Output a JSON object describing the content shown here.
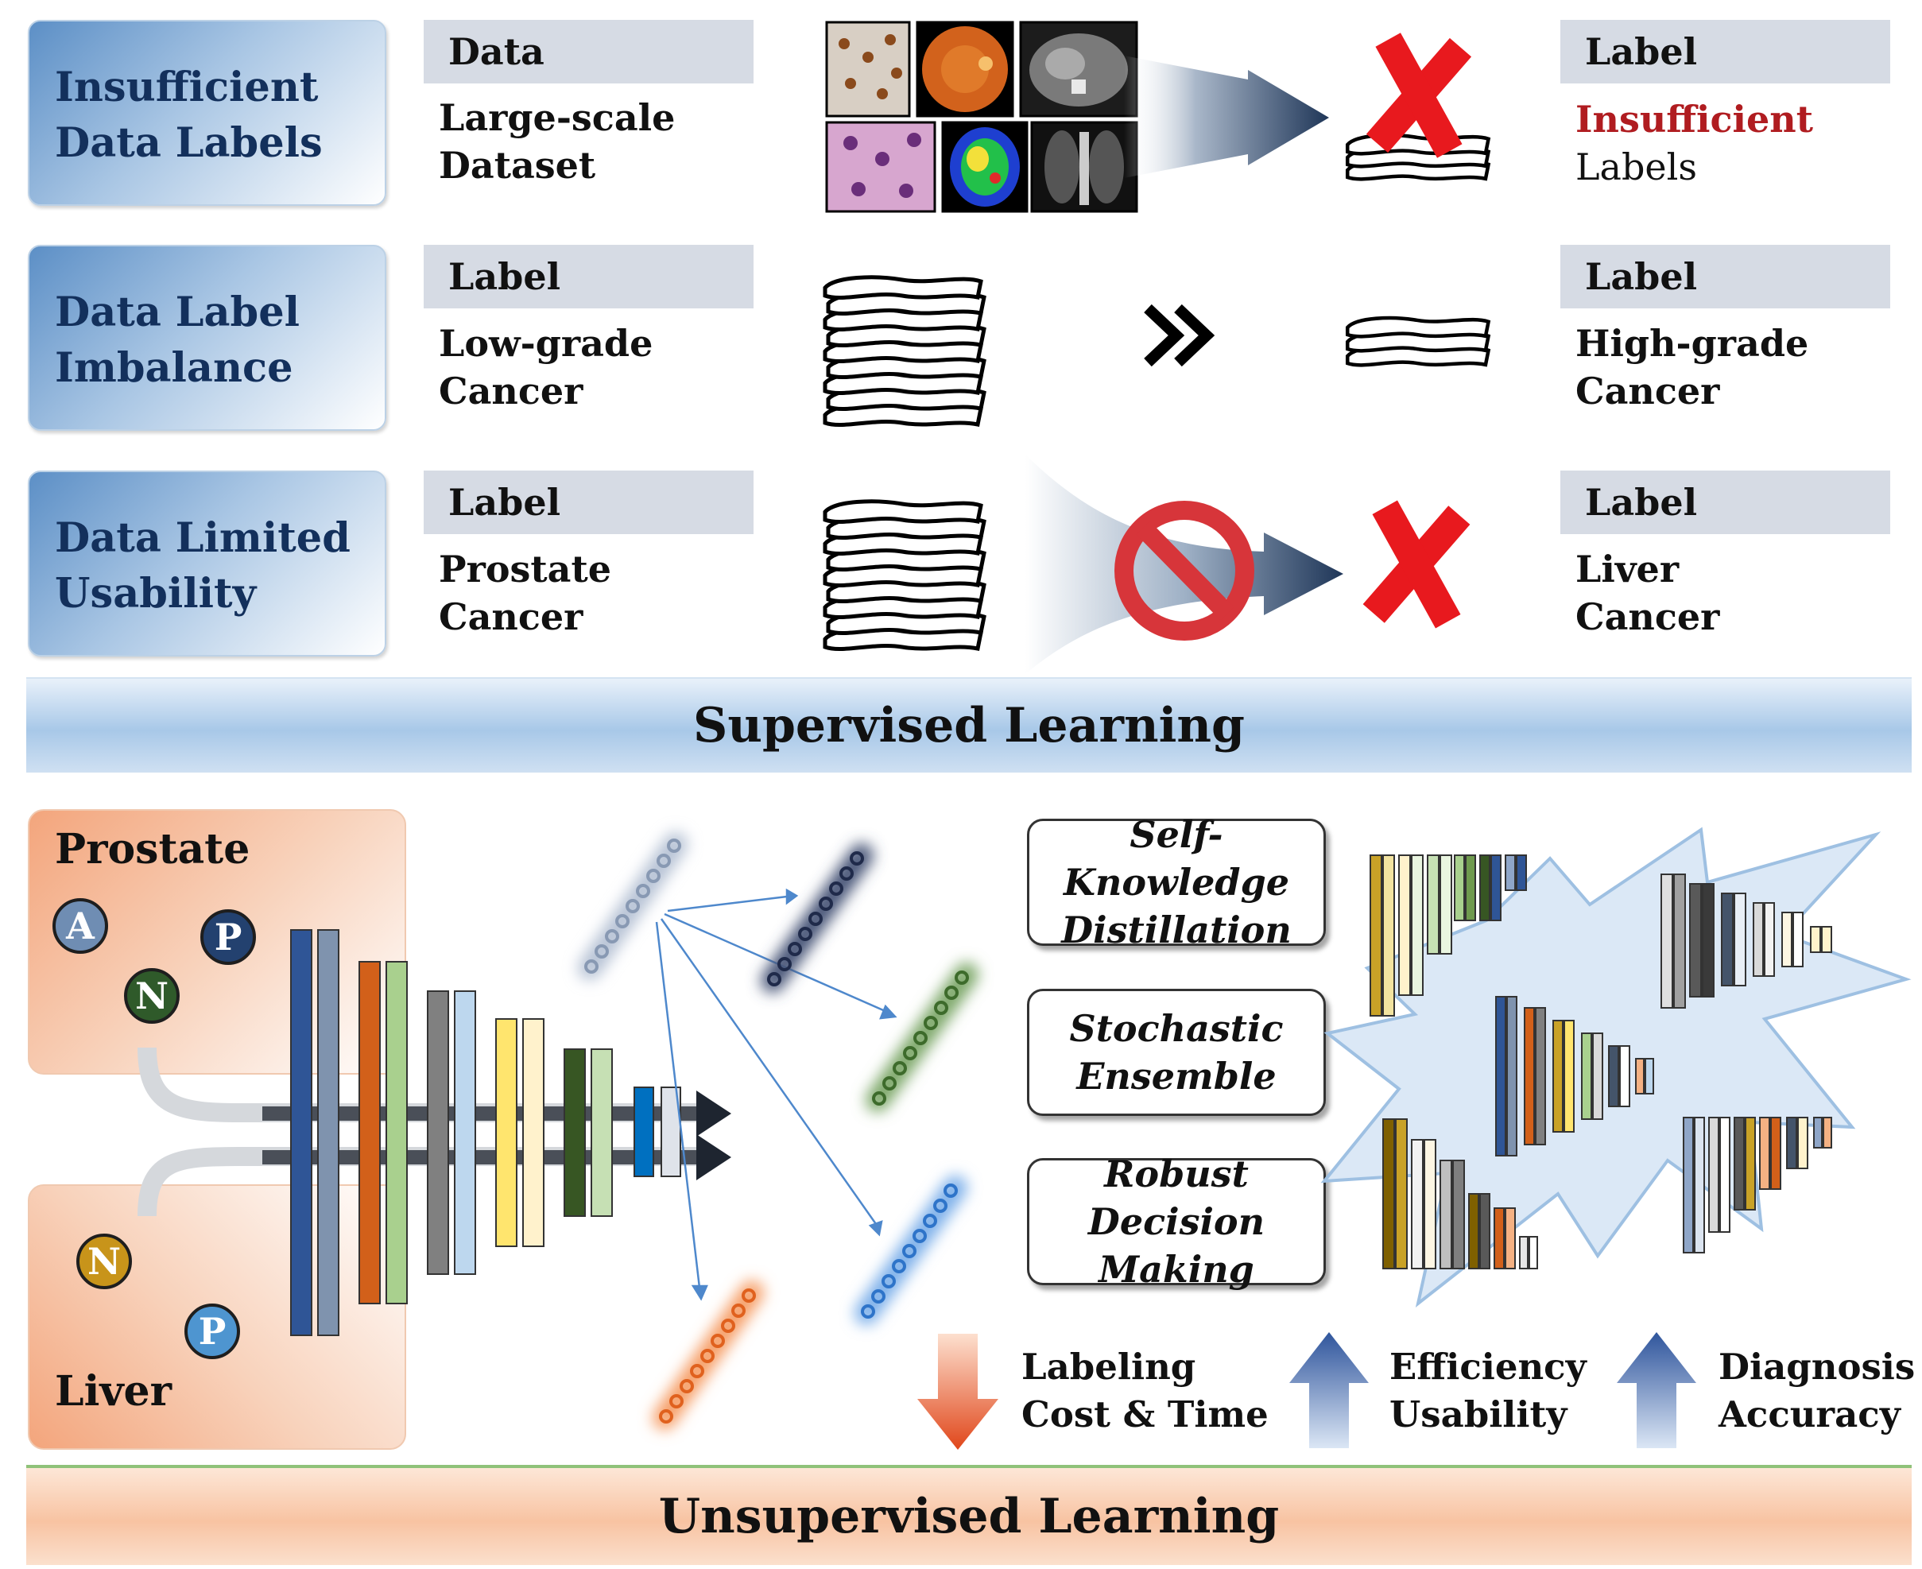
{
  "problems": [
    {
      "line1": "Insufficient",
      "line2": "Data Labels"
    },
    {
      "line1": "Data Label",
      "line2": "Imbalance"
    },
    {
      "line1": "Data Limited",
      "line2": "Usability"
    }
  ],
  "left_columns": [
    {
      "header": "Data",
      "line1": "Large-scale",
      "line2": "Dataset"
    },
    {
      "header": "Label",
      "line1": "Low-grade",
      "line2": "Cancer"
    },
    {
      "header": "Label",
      "line1": "Prostate",
      "line2": "Cancer"
    }
  ],
  "right_columns": [
    {
      "header": "Label",
      "line1": "Insufficient",
      "line2": "Labels"
    },
    {
      "header": "Label",
      "line1": "High-grade",
      "line2": "Cancer"
    },
    {
      "header": "Label",
      "line1": "Liver",
      "line2": "Cancer"
    }
  ],
  "supervised_label": "Supervised Learning",
  "unsupervised_label": "Unsupervised Learning",
  "organs": {
    "prostate": {
      "label": "Prostate",
      "badges": [
        "A",
        "N",
        "P"
      ]
    },
    "liver": {
      "label": "Liver",
      "badges": [
        "N",
        "P"
      ]
    }
  },
  "methods": [
    {
      "line1": "Self-Knowledge",
      "line2": "Distillation"
    },
    {
      "line1": "Stochastic",
      "line2": "Ensemble"
    },
    {
      "line1": "Robust",
      "line2": "Decision Making"
    }
  ],
  "outcomes": [
    {
      "line1": "Labeling",
      "line2": "Cost & Time",
      "direction": "down"
    },
    {
      "line1": "Efficiency",
      "line2": "Usability",
      "direction": "up"
    },
    {
      "line1": "Diagnosis",
      "line2": "Accuracy",
      "direction": "up"
    }
  ],
  "colors": {
    "problem_text": "#13305c",
    "insufficient_highlight": "#b01c20",
    "cross": "#e8191e",
    "arrow_navy": "#1f3658",
    "outcome_down": "#e0461a",
    "outcome_up": "#2f559c"
  },
  "icons": [
    "medical-image-thumbnails",
    "flow-arrow-icon",
    "red-x-icon",
    "label-stack-icon",
    "double-chevron-icon",
    "prohibited-icon",
    "neural-network-icon",
    "feature-vector-icon",
    "ensemble-starburst-icon",
    "up-arrow-icon",
    "down-arrow-icon"
  ]
}
